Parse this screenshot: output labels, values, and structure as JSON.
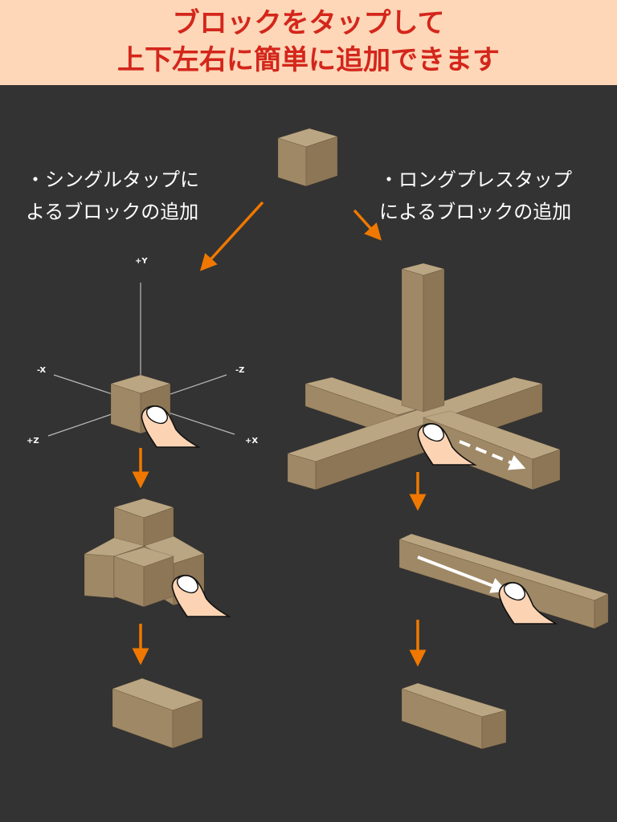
{
  "header": {
    "line1": "ブロックをタップして",
    "line2": "上下左右に簡単に追加できます"
  },
  "left_caption": {
    "line1": "・シングルタップに",
    "line2": "よるブロックの追加"
  },
  "right_caption": {
    "line1": "・ロングプレスタップ",
    "line2": "によるブロックの追加"
  },
  "axes": {
    "plus_y": "+Y",
    "minus_x": "-X",
    "minus_z": "-Z",
    "plus_z": "+Z",
    "plus_x": "+X"
  },
  "colors": {
    "header_bg": "#fdd7b8",
    "header_text": "#d4261b",
    "background": "#333333",
    "arrow": "#f07800",
    "wood_top": "#bba683",
    "wood_left": "#9f8865",
    "wood_right": "#8c7656"
  }
}
